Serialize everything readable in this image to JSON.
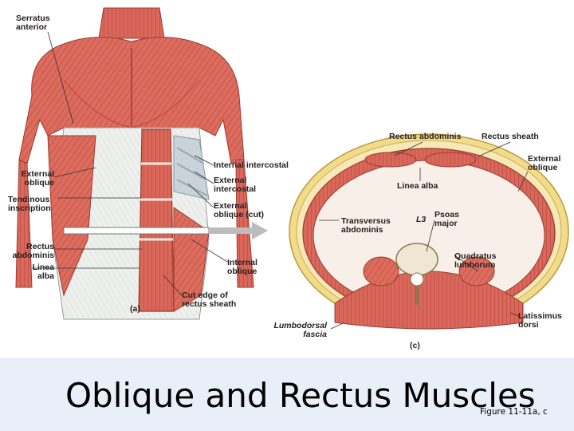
{
  "slide": {
    "title": "Oblique and Rectus Muscles",
    "figure_ref": "Figure 11-11a, c"
  },
  "figure_a": {
    "panel_label": "(a)",
    "labels": {
      "serratus_anterior": [
        "Serratus",
        "anterior"
      ],
      "external_oblique": [
        "External",
        "oblique"
      ],
      "tendinous_inscription": [
        "Tendinous",
        "inscription"
      ],
      "rectus_abdominis": [
        "Rectus",
        "abdominis"
      ],
      "linea_alba": [
        "Linea",
        "alba"
      ],
      "internal_intercostal": [
        "Internal intercostal"
      ],
      "external_intercostal": [
        "External",
        "intercostal"
      ],
      "external_oblique_cut": [
        "External",
        "oblique (cut)"
      ],
      "internal_oblique": [
        "Internal",
        "oblique"
      ],
      "cut_edge": [
        "Cut edge of",
        "rectus sheath"
      ]
    }
  },
  "figure_c": {
    "panel_label": "(c)",
    "labels": {
      "rectus_abdominis": [
        "Rectus abdominis"
      ],
      "rectus_sheath": [
        "Rectus sheath"
      ],
      "external_oblique": [
        "External",
        "oblique"
      ],
      "linea_alba": [
        "Linea alba"
      ],
      "transversus_abdominis": [
        "Transversus",
        "abdominis"
      ],
      "l3": [
        "L3"
      ],
      "psoas_major": [
        "Psoas",
        "major"
      ],
      "quadratus_lumborum": [
        "Quadratus",
        "lumborum"
      ],
      "latissimus_dorsi": [
        "Latissimus",
        "dorsi"
      ],
      "lumbodorsal_fascia": [
        "Lumbodorsal",
        "fascia"
      ]
    }
  },
  "colors": {
    "muscle": "#d9685a",
    "muscle_dark": "#a8302a",
    "fascia": "#f2dc8a",
    "skin": "#f6d7b8",
    "bone": "#efe7d2",
    "footer": "#e9eff8"
  }
}
